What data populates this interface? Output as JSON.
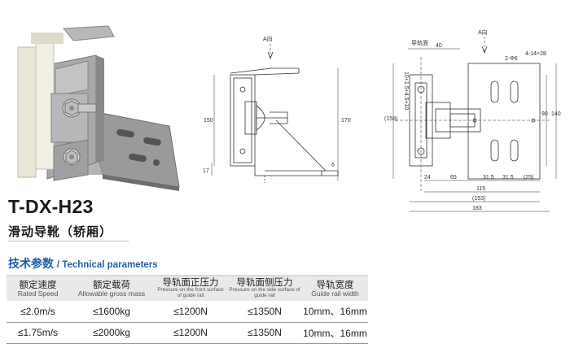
{
  "product": {
    "model": "T-DX-H23",
    "name_cn": "滑动导靴（轿厢）"
  },
  "section": {
    "title_cn": "技术参数",
    "title_en": "/ Technical parameters"
  },
  "table": {
    "headers": [
      {
        "cn": "额定速度",
        "en": "Rated Speed"
      },
      {
        "cn": "额定载荷",
        "en": "Allowable gross mass"
      },
      {
        "cn": "导轨面正压力",
        "en": "Pressure on the front surface of guide rail"
      },
      {
        "cn": "导轨面侧压力",
        "en": "Pressure on the side surface of guide rail"
      },
      {
        "cn": "导轨宽度",
        "en": "Guide rail width"
      }
    ],
    "rows": [
      [
        "≤2.0m/s",
        "≤1600kg",
        "≤1200N",
        "≤1350N",
        "10mm、16mm"
      ],
      [
        "≤1.75m/s",
        "≤2000kg",
        "≤1200N",
        "≤1350N",
        "10mm、16mm"
      ]
    ]
  },
  "drawing": {
    "view_a": "A向",
    "rail_surface": "导轨面",
    "dims": {
      "d40": "40",
      "d2phi6": "2-Φ6",
      "d4holes": "4-14×28",
      "d90": "90",
      "d140": "140",
      "d158": "(158)",
      "d150": "150",
      "d170": "170",
      "d17": "17",
      "d6": "6",
      "d24": "24",
      "d65": "65",
      "d315a": "31.5",
      "d315b": "31.5",
      "d25": "(25)",
      "d115": "115",
      "d153": "(153)",
      "d183": "183",
      "stack": "10+1.5+4.5+10"
    }
  },
  "colors": {
    "accent_blue": "#1f5fa8",
    "header_gray": "#e9e9ea"
  }
}
